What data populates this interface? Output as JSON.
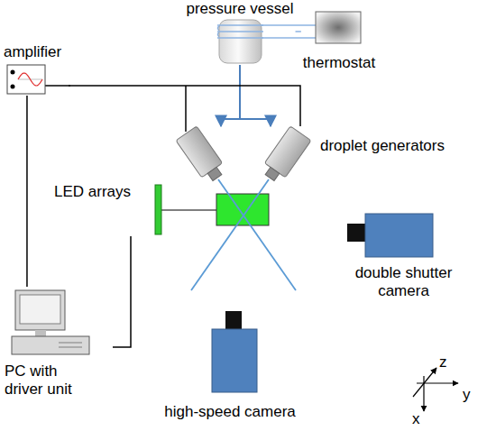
{
  "diagram": {
    "nodes": [
      {
        "text": [
          "pressure vessel"
        ]
      },
      {
        "text": [
          "thermostat"
        ]
      },
      {
        "text": [
          "amplifier"
        ]
      },
      {
        "text": [
          "droplet generators"
        ]
      },
      {
        "text": [
          "LED arrays"
        ]
      },
      {
        "text": [
          "double shutter camera"
        ]
      },
      {
        "text": [
          "PC with driver unit"
        ]
      },
      {
        "text": [
          "high-speed camera"
        ]
      }
    ],
    "edges": [
      {
        "from": 1,
        "to": 0,
        "arrow": "none"
      },
      {
        "from": 0,
        "to": 3,
        "arrow": "to"
      },
      {
        "from": 2,
        "to": 3,
        "arrow": "none"
      },
      {
        "from": 6,
        "to": 2,
        "arrow": "none"
      },
      {
        "from": 6,
        "to": 4,
        "arrow": "none"
      }
    ],
    "labels": [
      "z",
      "y",
      "x"
    ]
  }
}
